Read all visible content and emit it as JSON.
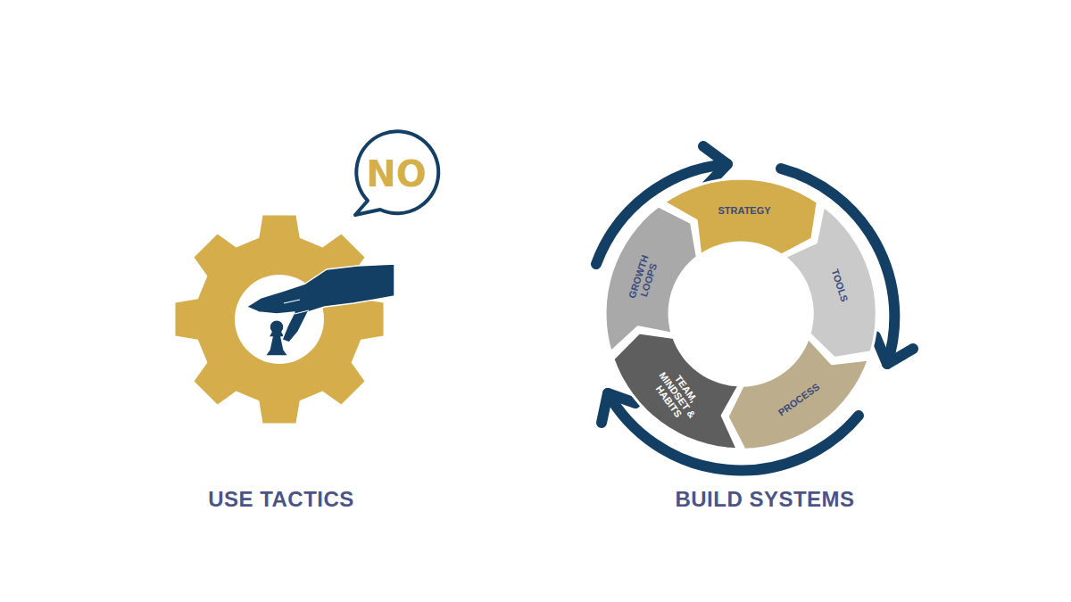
{
  "diagram": {
    "nodes": [
      {
        "text": [
          "NO"
        ]
      },
      {
        "text": [
          "STRATEGY"
        ]
      },
      {
        "text": [
          "TOOLS"
        ]
      },
      {
        "text": [
          "PROCESS"
        ]
      },
      {
        "text": [
          "TEAM, MINDSET & HABITS"
        ]
      },
      {
        "text": [
          "GROWTH LOOPS"
        ]
      }
    ],
    "labels": [
      "USE TACTICS",
      "BUILD SYSTEMS"
    ]
  }
}
